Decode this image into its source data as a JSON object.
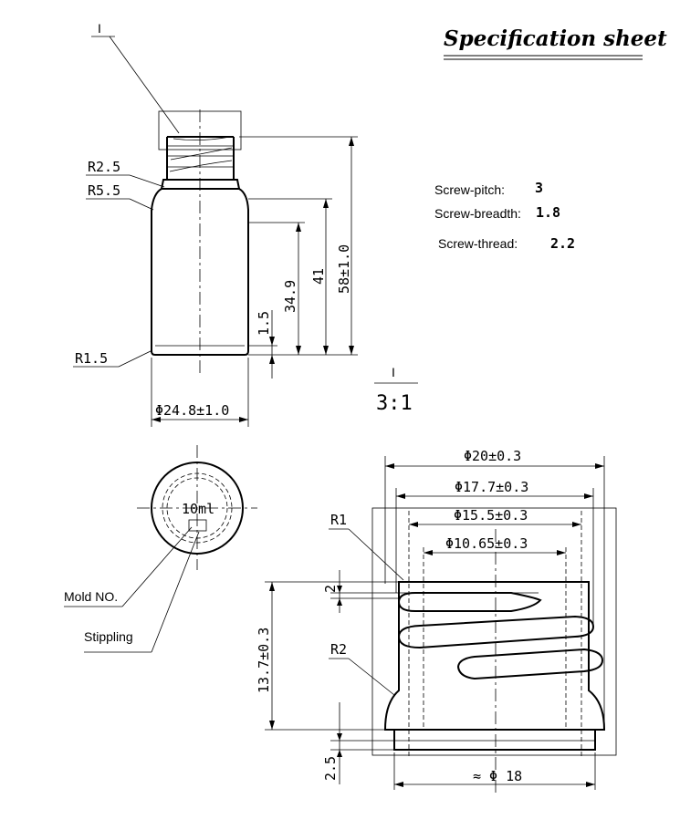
{
  "header": {
    "title": "Specification sheet"
  },
  "detail_view": {
    "marker": "I",
    "scale": "3:1"
  },
  "specs": {
    "pitch_label": "Screw-pitch:",
    "pitch_value": "3",
    "breadth_label": "Screw-breadth:",
    "breadth_value": "1.8",
    "thread_label": "Screw-thread:",
    "thread_value": "2.2"
  },
  "bottle": {
    "radius_neck": "R2.5",
    "radius_shoulder": "R5.5",
    "radius_base": "R1.5",
    "height_total": "58±1.0",
    "height_shoulder": "41",
    "height_body": "34.9",
    "base_thickness": "1.5",
    "diameter": "Φ24.8±1.0"
  },
  "bottom_view": {
    "capacity": "10ml",
    "mold_label": "Mold NO.",
    "stippling_label": "Stippling"
  },
  "neck_detail": {
    "dia_outer": "Φ20±0.3",
    "dia_thread": "Φ17.7±0.3",
    "dia_root": "Φ15.5±0.3",
    "dia_bore": "Φ10.65±0.3",
    "radius_top": "R1",
    "radius_bottom": "R2",
    "thread_offset": "2",
    "height": "13.7±0.3",
    "ring_height": "2.5",
    "dia_base": "≈ Φ 18"
  }
}
